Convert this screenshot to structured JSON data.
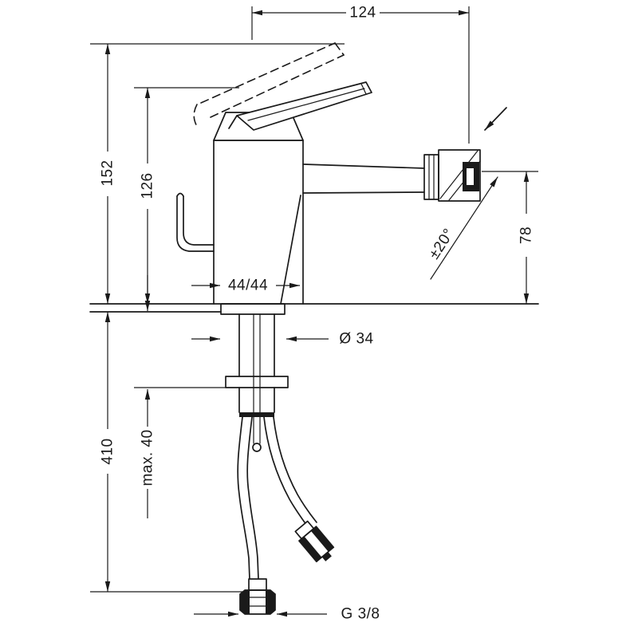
{
  "page": {
    "background": "#ffffff",
    "line_color": "#1a1a1a"
  },
  "drawing": {
    "subject": "Single-lever bidet mixer faucet – side view technical dimension drawing",
    "labels": {
      "spout_reach": "124",
      "overall_height": "152",
      "body_height": "126",
      "outlet_height": "78",
      "center_offset": "44/44",
      "shank_diameter": "Ø 34",
      "hose_length": "410",
      "max_mounting_thickness": "max. 40",
      "swivel_angle": "±20°",
      "connection_thread": "G 3/8"
    }
  }
}
